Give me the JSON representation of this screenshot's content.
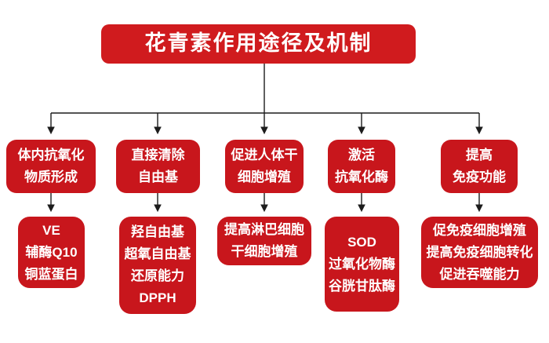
{
  "title": "花青素作用途径及机制",
  "colors": {
    "title_red": "#d01b1e",
    "box_red": "#c8161c",
    "text_white": "#ffffff",
    "connector_black": "#1c1c1c"
  },
  "columns": [
    {
      "branch": "体内抗氧化\n物质形成",
      "detail": "VE\n辅酶Q10\n铜蓝蛋白"
    },
    {
      "branch": "直接清除\n自由基",
      "detail": "羟自由基\n超氧自由基\n还原能力\nDPPH"
    },
    {
      "branch": "促进人体干\n细胞增殖",
      "detail": "提高淋巴细胞\n干细胞增殖"
    },
    {
      "branch": "激活\n抗氧化酶",
      "detail": "SOD\n过氧化物酶\n谷胱甘肽酶"
    },
    {
      "branch": "提高\n免疫功能",
      "detail": "促免疫细胞增殖\n提高免疫细胞转化\n促进吞噬能力"
    }
  ]
}
